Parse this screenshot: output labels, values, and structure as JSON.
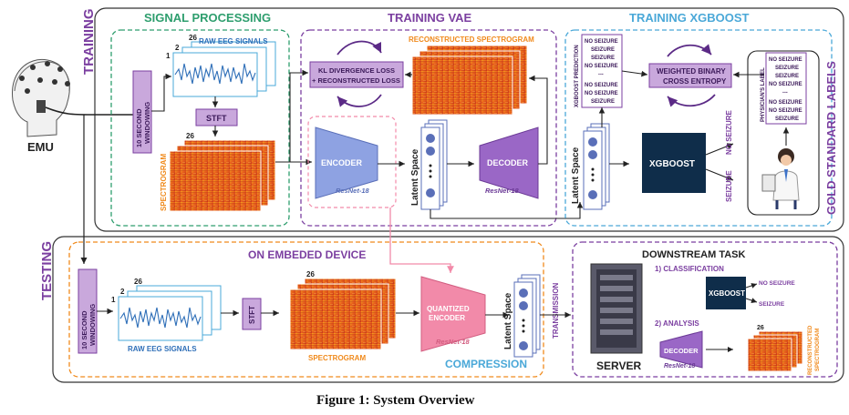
{
  "figure": {
    "caption": "Figure 1: System Overview"
  },
  "labels": {
    "training": "TRAINING",
    "testing": "TESTING",
    "emu": "EMU",
    "gold_standard": "GOLD STANDARD LABELS"
  },
  "signal_processing": {
    "title": "SIGNAL PROCESSING",
    "windowing": [
      "10 SECOND",
      "WINDOWING"
    ],
    "raw_eeg": "RAW EEG SIGNALS",
    "stft": "STFT",
    "spectrogram": "SPECTROGRAM",
    "channel_last": "26",
    "channel_2": "2",
    "channel_1": "1"
  },
  "training_vae": {
    "title": "TRAINING VAE",
    "reconstructed": "RECONSTRUCTED SPECTROGRAM",
    "loss": [
      "KL DIVERGENCE LOSS",
      "+ RECONSTRUCTED LOSS"
    ],
    "encoder": "ENCODER",
    "encoder_sub": "ResNet-18",
    "decoder": "DECODER",
    "decoder_sub": "ResNet-18",
    "latent": "Latent Space"
  },
  "training_xgboost": {
    "title": "TRAINING XGBOOST",
    "prediction_label": "XGBOOST PREDICTION",
    "predictions": [
      "NO SEIZURE",
      "SEIZURE",
      "SEIZURE",
      "NO SEIZURE",
      "...",
      "NO SEIZURE",
      "NO SEIZURE",
      "SEIZURE"
    ],
    "loss": [
      "WEIGHTED BINARY",
      "CROSS ENTROPY"
    ],
    "physician_label": "PHYSICIAN'S LABEL",
    "physician": [
      "NO SEIZURE",
      "SEIZURE",
      "SEIZURE",
      "NO SEIZURE",
      "...",
      "NO SEIZURE",
      "NO SEIZURE",
      "SEIZURE"
    ],
    "xgboost": "XGBOOST",
    "no_seizure": "NO SEIZURE",
    "seizure": "SEIZURE",
    "latent": "Latent Space"
  },
  "testing": {
    "device_title": "ON EMBEDED DEVICE",
    "windowing": [
      "10 SECOND",
      "WINDOWING"
    ],
    "raw_eeg": "RAW EEG SIGNALS",
    "stft": "STFT",
    "spectrogram": "SPECTROGRAM",
    "q_encoder": [
      "QUANTIZED",
      "ENCODER"
    ],
    "q_encoder_sub": "ResNet-18",
    "latent": "Latent Space",
    "compression": "COMPRESSION",
    "transmission": "TRANSMISSION"
  },
  "downstream": {
    "title": "DOWNSTREAM TASK",
    "classification": "1) CLASSIFICATION",
    "xgboost": "XGBOOST",
    "no_seizure": "NO SEIZURE",
    "seizure": "SEIZURE",
    "analysis": "2) ANALYSIS",
    "decoder": "DECODER",
    "decoder_sub": "ResNet-18",
    "server": "SERVER",
    "reconstructed": [
      "RECONSTRUCTED",
      "SPECTROGRAM"
    ],
    "channel_last": "26"
  },
  "colors": {
    "purple": "#7b3fa0",
    "box_fill": "#c9a8dc",
    "green": "#2e9e6e",
    "blue": "#4aa8d8",
    "orange": "#f08a1c",
    "pink": "#f28aa9",
    "navy": "#0f2d4a",
    "encoder_blue": "#8ea2e2",
    "decoder_purple": "#9a67c6"
  }
}
